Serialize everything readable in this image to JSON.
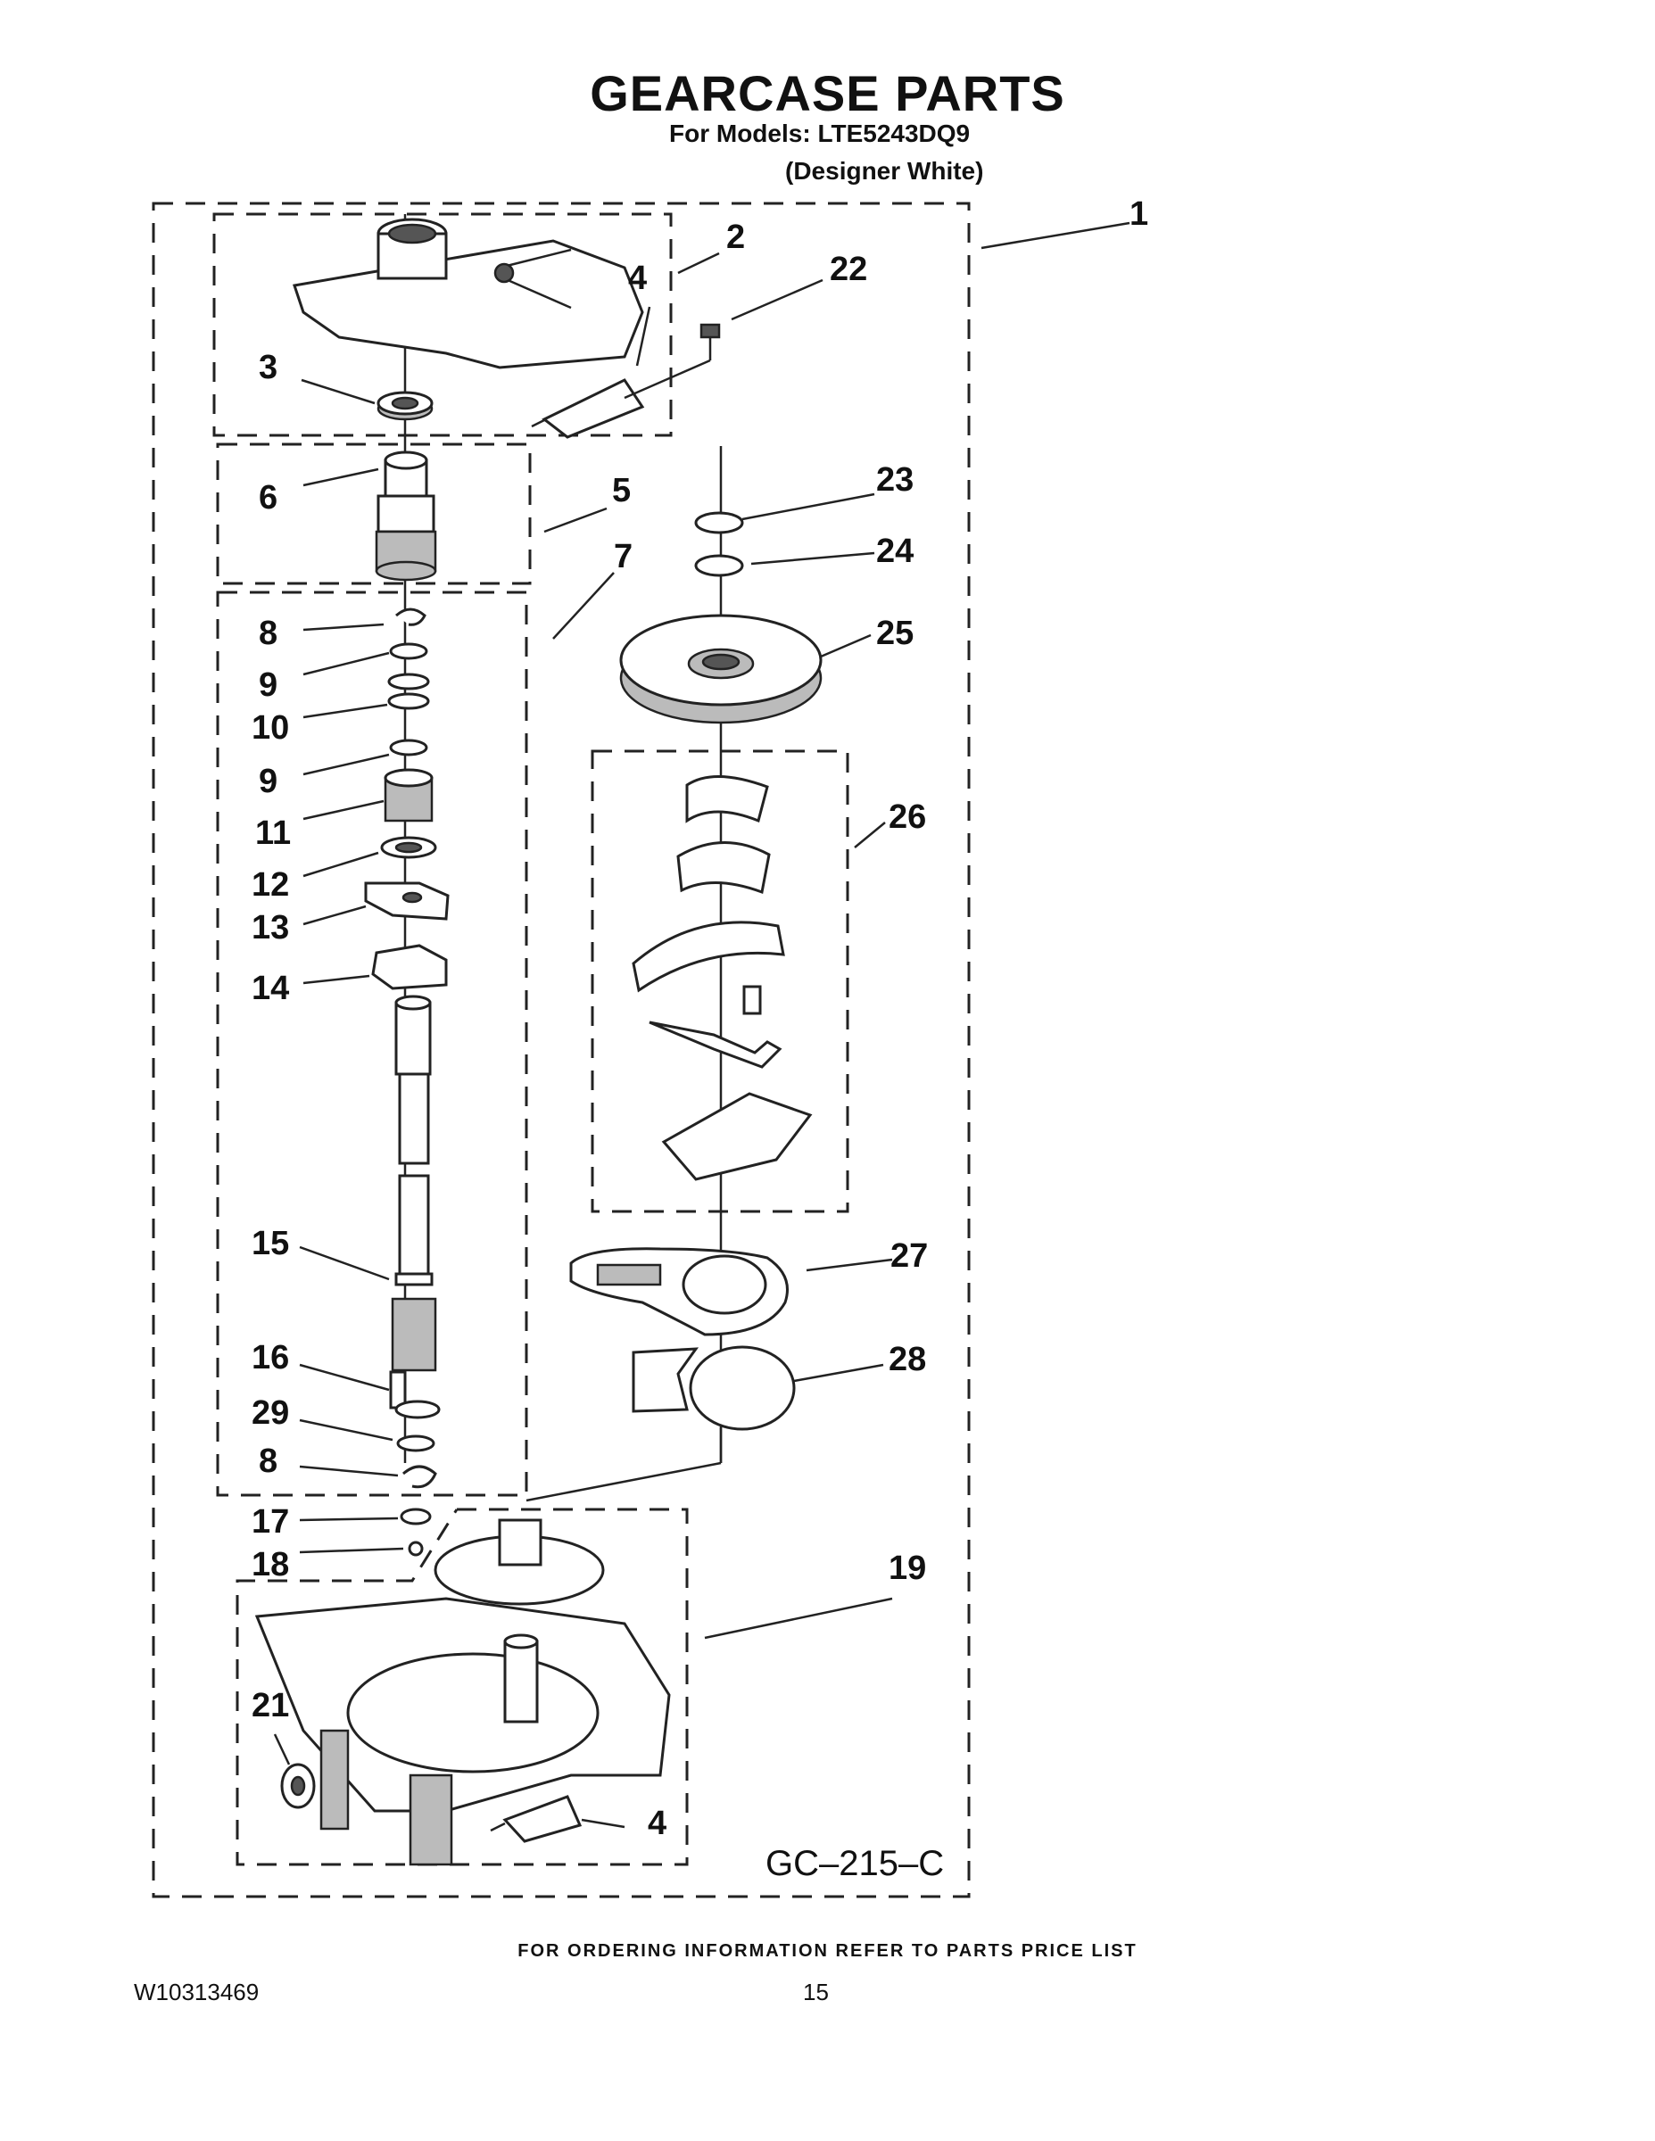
{
  "header": {
    "title": "GEARCASE PARTS",
    "models": "For Models: LTE5243DQ9",
    "variant": "(Designer White)"
  },
  "callouts": [
    "1",
    "2",
    "3",
    "4",
    "5",
    "6",
    "7",
    "8",
    "9",
    "10",
    "9",
    "11",
    "12",
    "13",
    "14",
    "15",
    "16",
    "29",
    "8",
    "17",
    "18",
    "22",
    "23",
    "24",
    "25",
    "26",
    "27",
    "28",
    "19",
    "21",
    "4"
  ],
  "diagram_code": "GC–215–C",
  "footer": {
    "ordering_note": "FOR ORDERING INFORMATION REFER TO PARTS PRICE LIST",
    "doc_number": "W10313469",
    "page_number": "15"
  }
}
